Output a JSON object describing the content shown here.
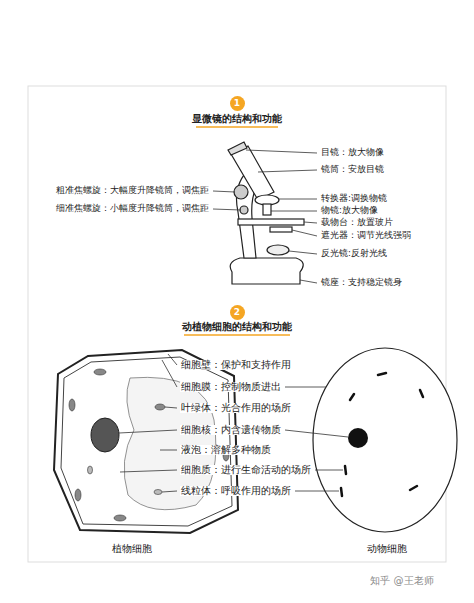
{
  "diagram": {
    "nodes": [
      {
        "text": [
          "1"
        ]
      },
      {
        "text": [
          "2"
        ]
      }
    ],
    "labels": [
      "显微镜的结构和功能",
      "目镜：放大物像",
      "镜筒：安放目镜",
      "粗准焦螺旋：大幅度升降镜筒，调焦距",
      "细准焦螺旋：小幅度升降镜筒，调焦距",
      "转换器:调换物镜",
      "物镜:放大物像",
      "载物台：放置玻片",
      "遮光器：调节光线强弱",
      "反光镜:反射光线",
      "镜座：支持稳定镜身",
      "动植物细胞的结构和功能",
      "细胞壁：保护和支持作用",
      "细胞膜：控制物质进出",
      "叶绿体：光合作用的场所",
      "细胞核：内含遗传物质",
      "液泡：溶解多种物质",
      "细胞质：进行生命活动的场所",
      "线粒体：呼吸作用的场所",
      "植物细胞",
      "动物细胞",
      "知乎 @王老师"
    ]
  }
}
